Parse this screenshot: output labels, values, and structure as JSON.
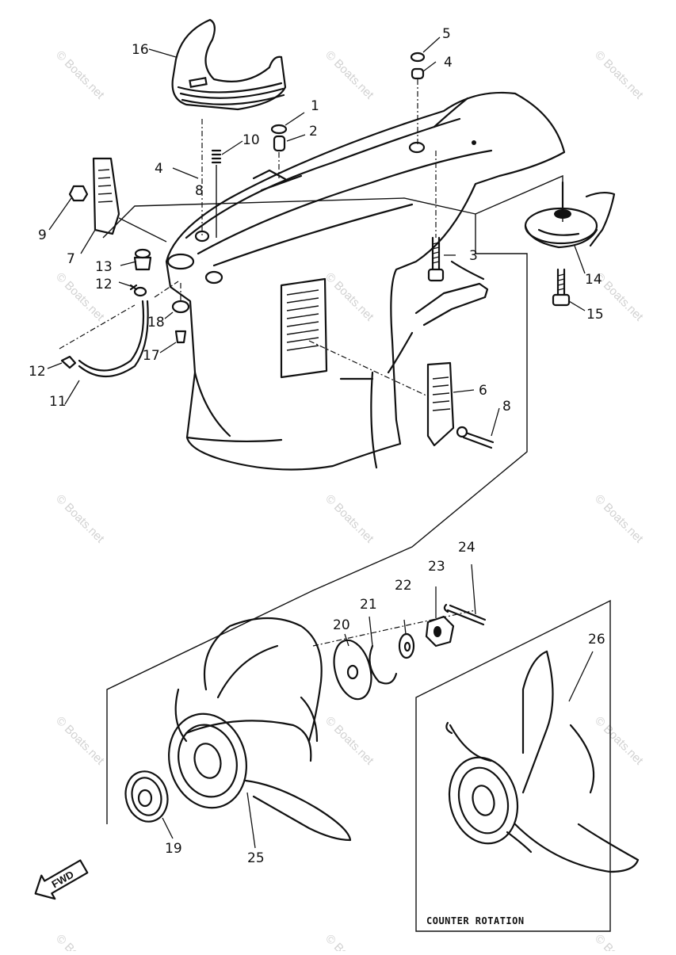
{
  "watermark": "© Boats.net",
  "callouts": [
    "1",
    "2",
    "3",
    "4",
    "4",
    "5",
    "6",
    "7",
    "8",
    "8",
    "9",
    "10",
    "11",
    "12",
    "12",
    "13",
    "14",
    "15",
    "16",
    "17",
    "18",
    "19",
    "20",
    "21",
    "22",
    "23",
    "24",
    "25",
    "26"
  ],
  "inset_caption": "COUNTER ROTATION",
  "fwd_label": "FWD",
  "colors": {
    "ink": "#111111",
    "background": "#ffffff",
    "watermark": "#d2d2d2"
  }
}
